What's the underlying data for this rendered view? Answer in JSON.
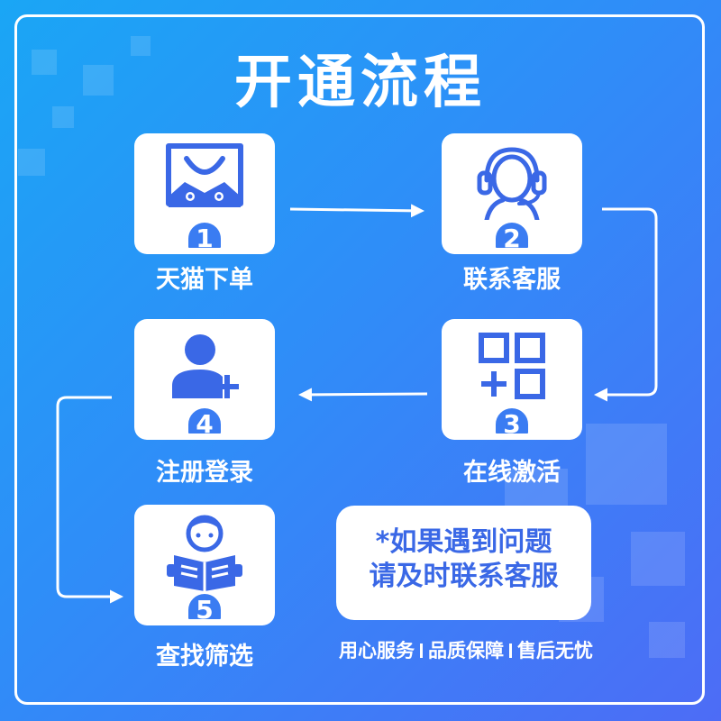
{
  "title": "开通流程",
  "colors": {
    "accent": "#3a68e6",
    "background_start": "#1aa6f5",
    "background_end": "#4d6cf6"
  },
  "steps": [
    {
      "number": "1",
      "label": "天猫下单",
      "icon": "shopping-bag-icon"
    },
    {
      "number": "2",
      "label": "联系客服",
      "icon": "customer-service-headset-icon"
    },
    {
      "number": "3",
      "label": "在线激活",
      "icon": "grid-plus-icon"
    },
    {
      "number": "4",
      "label": "注册登录",
      "icon": "add-user-icon"
    },
    {
      "number": "5",
      "label": "查找筛选",
      "icon": "reading-person-icon"
    }
  ],
  "note": {
    "line1": "*如果遇到问题",
    "line2": "请及时联系客服"
  },
  "footer": {
    "items": [
      "用心服务",
      "品质保障",
      "售后无忧"
    ]
  }
}
